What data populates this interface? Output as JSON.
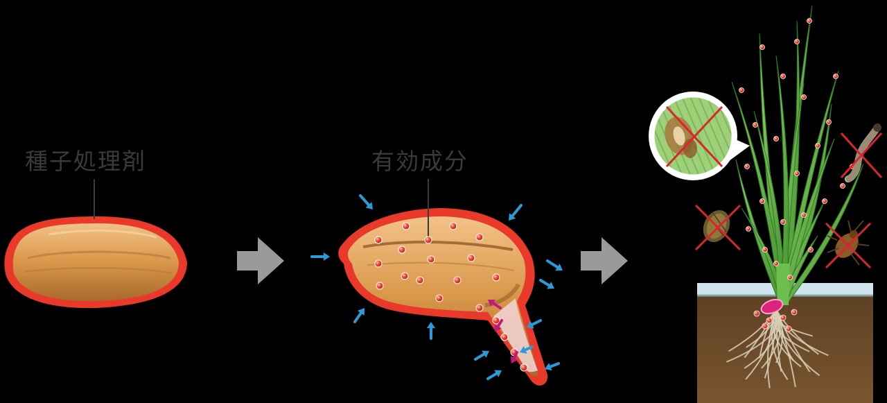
{
  "labels": {
    "treatment": "種子処理剤",
    "active_ingredient": "有効成分"
  },
  "colors": {
    "background": "#000000",
    "seed_coat_outline": "#e8392a",
    "seed_body": "#d9974a",
    "active_dot": "#e8392a",
    "water_arrow": "#2b9ad8",
    "uptake_arrow": "#c2187b",
    "step_arrow": "#9a9a9a",
    "plant_green": "#4caa3a",
    "soil": "#6b4a28",
    "water_surface": "#cfe6f0",
    "cross": "#d9262e"
  },
  "icons": {
    "step_arrow": "chevron-right-arrow",
    "water_arrow": "inward-arrow",
    "uptake_arrow": "upward-arrow",
    "pest_crossed": "red-x-cross",
    "disease_callout": "magnified-leaf-lesion"
  }
}
